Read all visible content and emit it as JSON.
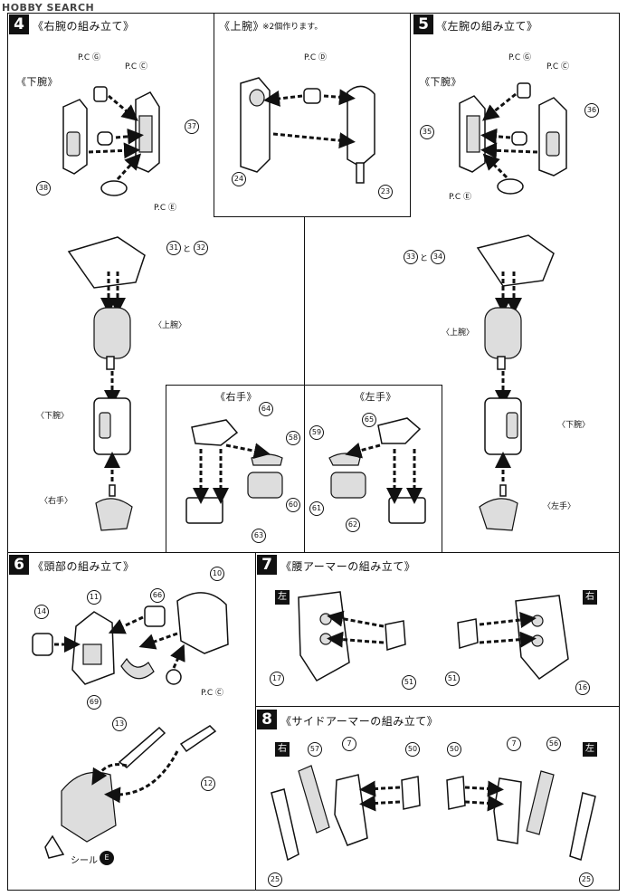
{
  "watermark": "HOBBY SEARCH",
  "steps": {
    "s4": {
      "number": "4",
      "title": "《右腕の組み立て》"
    },
    "upper": {
      "title": "《上腕》",
      "note": "※2個作ります。"
    },
    "s5": {
      "number": "5",
      "title": "《左腕の組み立て》"
    },
    "s6": {
      "number": "6",
      "title": "《頭部の組み立て》"
    },
    "s7": {
      "number": "7",
      "title": "《腰アーマーの組み立て》"
    },
    "s8": {
      "number": "8",
      "title": "《サイドアーマーの組み立て》"
    }
  },
  "hands": {
    "right": "《右手》",
    "left": "《左手》"
  },
  "labels": {
    "lower_arm_bracket": "《下腕》",
    "lower_arm": "〈下腕〉",
    "upper_arm": "〈上腕〉",
    "right_hand": "〈右手〉",
    "left_hand": "〈左手〉",
    "and_31_32": "と",
    "and_33_34": "と",
    "seal": "シール",
    "seal_letter": "E",
    "pc_g": "P.C Ⓖ",
    "pc_c": "P.C Ⓒ",
    "pc_d": "P.C Ⓓ",
    "pc_e": "P.C Ⓔ",
    "left_tag": "左",
    "right_tag": "右"
  },
  "parts": [
    "37",
    "38",
    "24",
    "23",
    "36",
    "35",
    "31",
    "32",
    "33",
    "34",
    "64",
    "58",
    "60",
    "63",
    "65",
    "59",
    "61",
    "62",
    "10",
    "11",
    "66",
    "14",
    "69",
    "13",
    "12",
    "17",
    "51",
    "16",
    "57",
    "7",
    "50",
    "25",
    "56"
  ]
}
